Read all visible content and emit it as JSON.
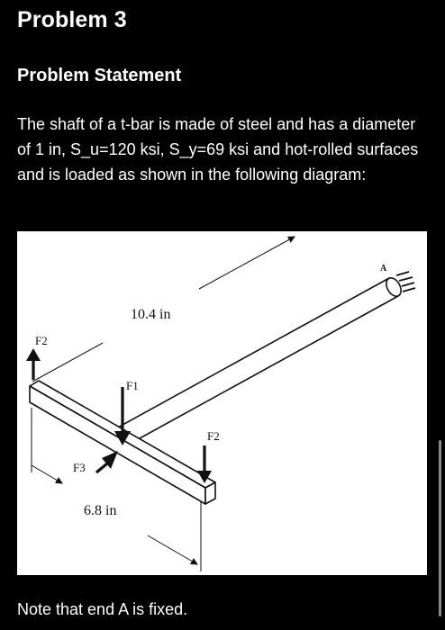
{
  "problem": {
    "title": "Problem 3",
    "section_title": "Problem Statement",
    "statement": "The shaft of a t-bar is made of steel and has a diameter of 1 in, S_u=120 ksi, S_y=69 ksi and hot-rolled surfaces and is loaded as shown in the following diagram:",
    "note": "Note that end A is fixed."
  },
  "diagram": {
    "label_fixed_end": "A",
    "label_shaft_length": "10.4 in",
    "label_bar_length": "6.8 in",
    "force_left_end": "F2",
    "force_right_end": "F2",
    "force_center": "F1",
    "force_axial": "F3"
  },
  "colors": {
    "background": "#000000",
    "text": "#ffffff",
    "figure_background": "#ffffff",
    "scrollbar": "#8a8a8a"
  }
}
